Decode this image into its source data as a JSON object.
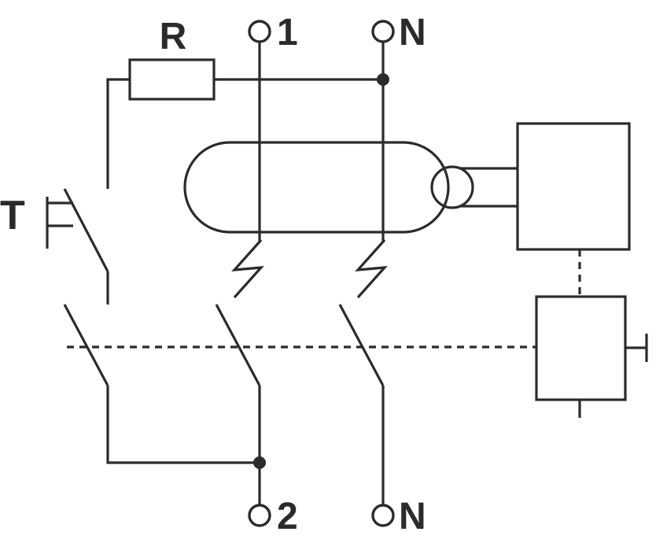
{
  "diagram": {
    "labels": {
      "resistor": "R",
      "test_button": "T",
      "terminal_top_line": "1",
      "terminal_top_neutral": "N",
      "terminal_bottom_line": "2",
      "terminal_bottom_neutral": "N"
    },
    "colors": {
      "ink": "#2b2b2b",
      "background": "#ffffff"
    }
  }
}
